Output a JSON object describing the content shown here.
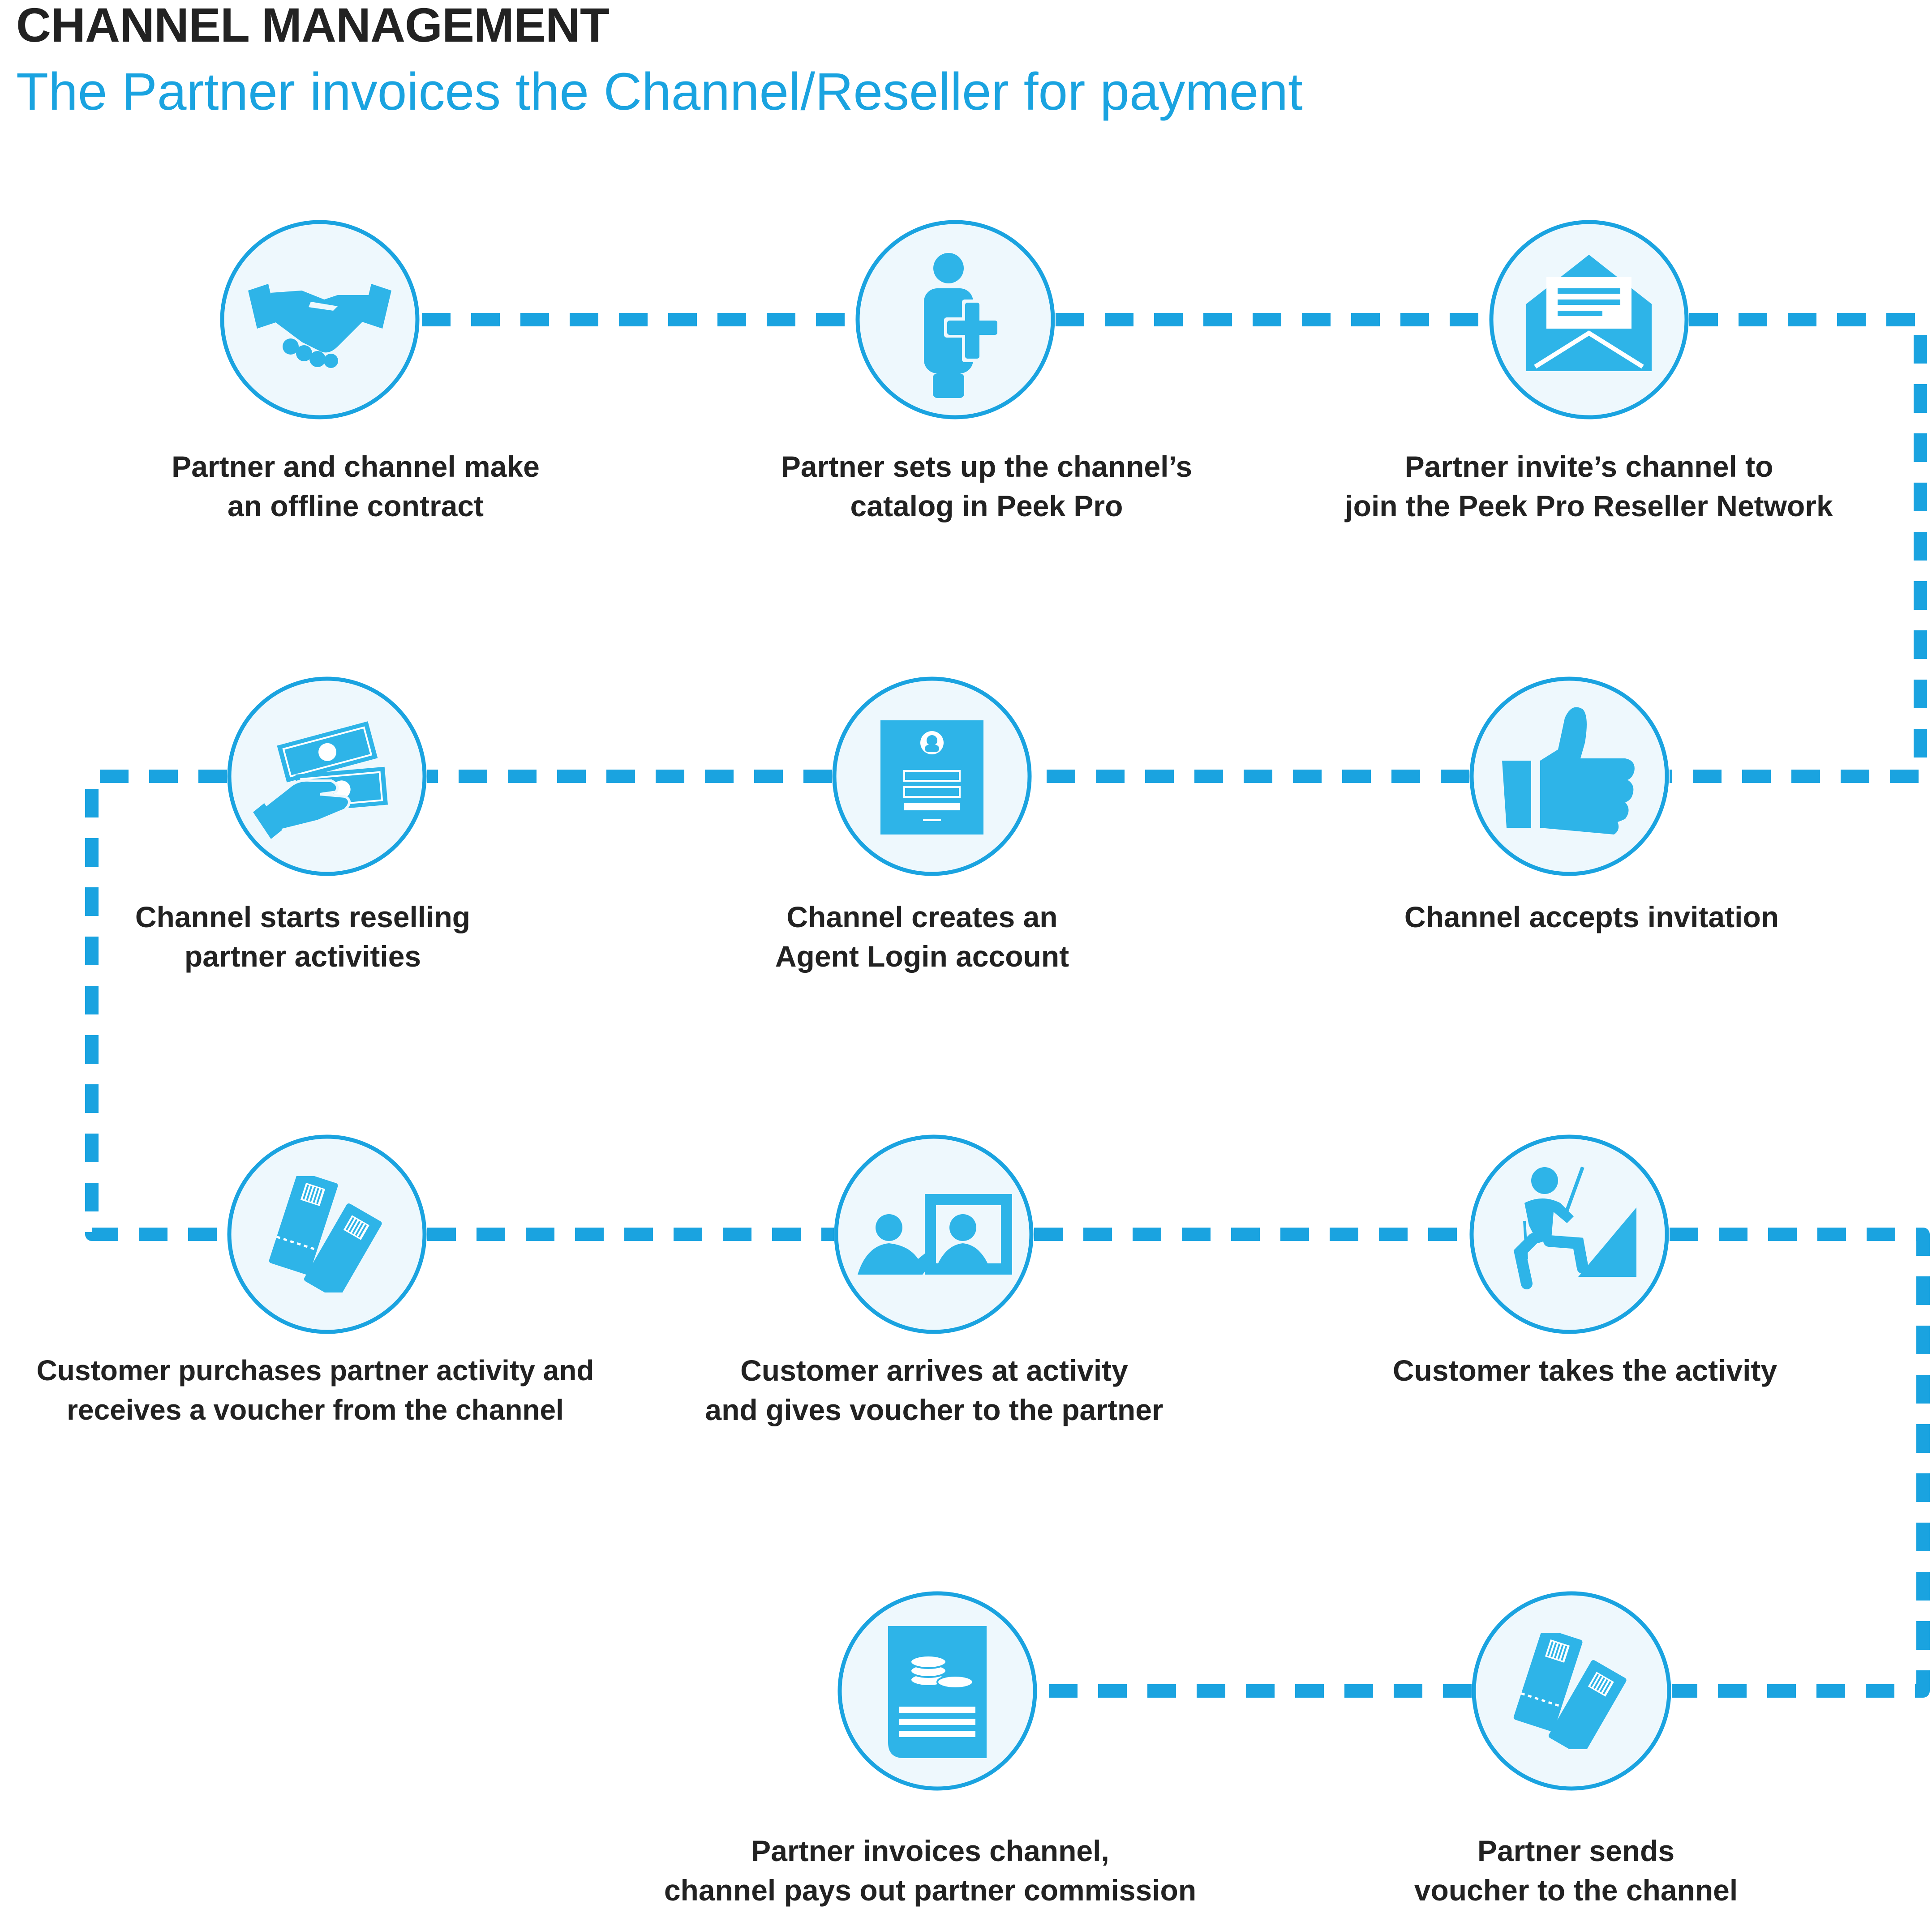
{
  "header": {
    "title": "CHANNEL MANAGEMENT",
    "subtitle": "The Partner invoices the Channel/Reseller for payment"
  },
  "colors": {
    "accent": "#1aa3e0",
    "icon_fill": "#2eb4e8",
    "circle_fill": "#eef8fd",
    "text": "#222222"
  },
  "steps": [
    {
      "icon": "handshake-icon",
      "label": "Partner and channel make\nan offline contract"
    },
    {
      "icon": "add-user-icon",
      "label": "Partner sets up the channel’s\ncatalog in Peek Pro"
    },
    {
      "icon": "envelope-icon",
      "label": "Partner invite’s channel to\njoin the Peek Pro Reseller Network"
    },
    {
      "icon": "thumbs-up-icon",
      "label": "Channel accepts invitation"
    },
    {
      "icon": "login-form-icon",
      "label": "Channel creates an\nAgent Login account"
    },
    {
      "icon": "cash-hand-icon",
      "label": "Channel starts reselling\npartner activities"
    },
    {
      "icon": "tickets-icon",
      "label": "Customer purchases partner activity and\nreceives a voucher from the channel"
    },
    {
      "icon": "meeting-icon",
      "label": "Customer arrives at activity\nand gives voucher to the partner"
    },
    {
      "icon": "climber-icon",
      "label": "Customer takes the activity"
    },
    {
      "icon": "tickets-icon",
      "label": "Partner sends\nvoucher to the channel"
    },
    {
      "icon": "invoice-icon",
      "label": "Partner invoices channel,\nchannel pays out partner commission"
    }
  ]
}
